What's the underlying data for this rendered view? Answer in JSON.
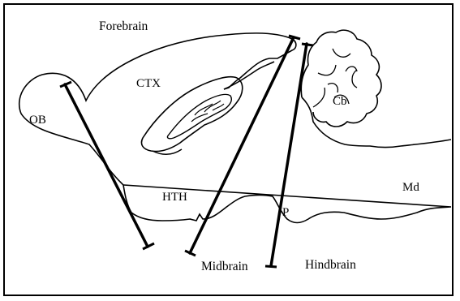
{
  "diagram": {
    "labels": {
      "forebrain": "Forebrain",
      "ob": "OB",
      "ctx": "CTX",
      "cb": "Cb",
      "hth": "HTH",
      "md": "Md",
      "p": "P",
      "midbrain": "Midbrain",
      "hindbrain": "Hindbrain"
    }
  }
}
